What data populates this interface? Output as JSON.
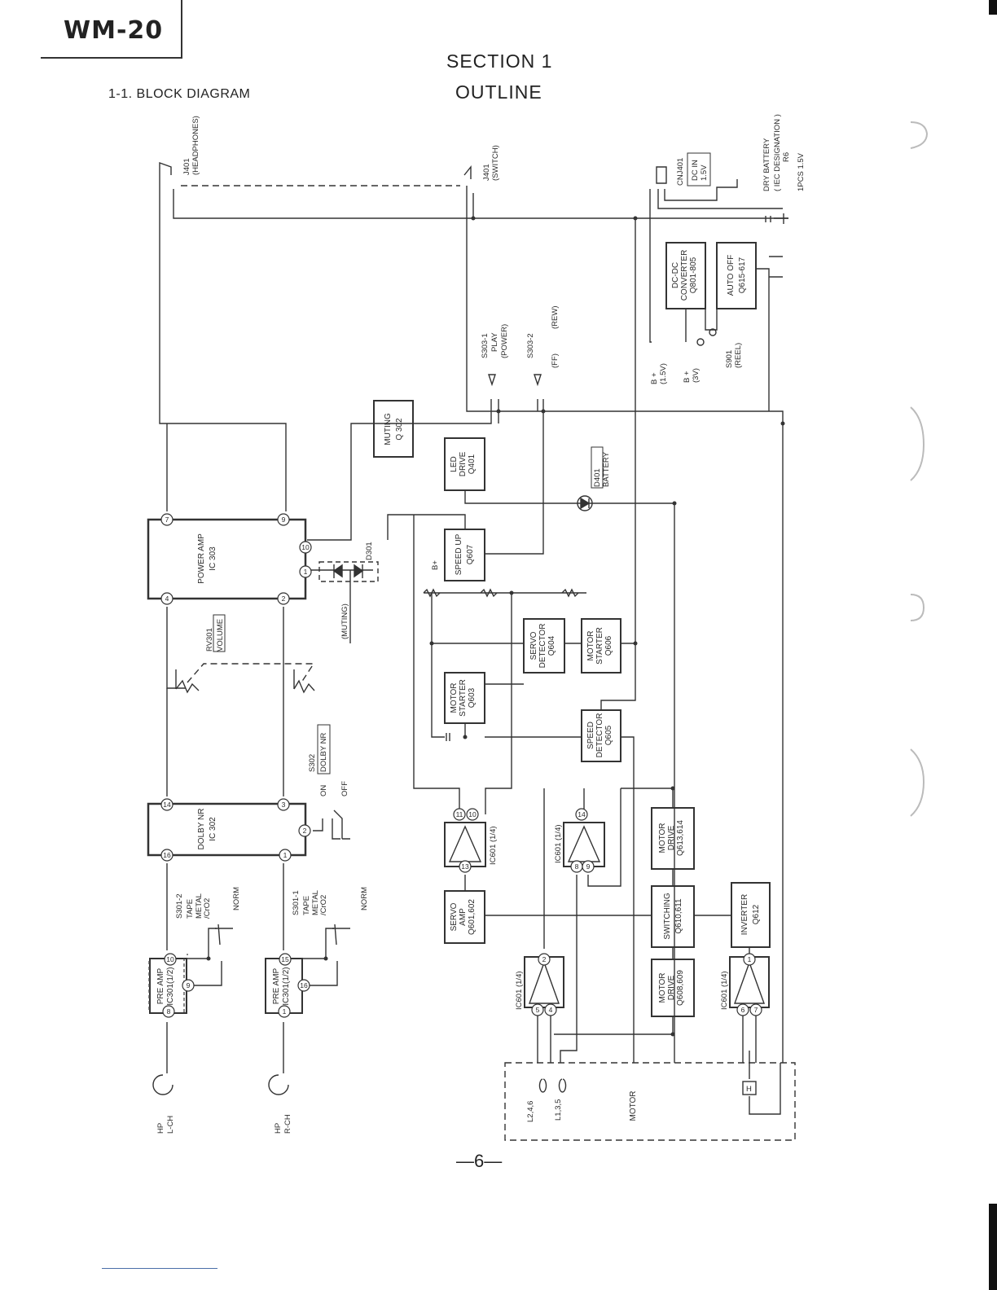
{
  "header": {
    "model": "WM-20",
    "section": "SECTION 1",
    "section_title": "OUTLINE",
    "heading": "1-1.  BLOCK DIAGRAM"
  },
  "footer": {
    "page_number": "—6—"
  },
  "blocks": {
    "power_amp": [
      "POWER AMP",
      "IC 303"
    ],
    "dolby_nr": [
      "DOLBY NR",
      "IC 302"
    ],
    "pre_amp_l": [
      "PRE AMP",
      "IC301(1/2)"
    ],
    "pre_amp_r": [
      "PRE AMP",
      "IC301(1/2)"
    ],
    "muting": [
      "MUTING",
      "Q 302"
    ],
    "led_drive": [
      "LED",
      "DRIVE",
      "Q401"
    ],
    "speed_up": [
      "SPEED UP",
      "Q607"
    ],
    "servo_detector": [
      "SERVO",
      "DETECTOR",
      "Q604"
    ],
    "motor_starter_606": [
      "MOTOR",
      "STARTER",
      "Q606"
    ],
    "motor_starter_603": [
      "MOTOR",
      "STARTER",
      "Q603"
    ],
    "speed_detector": [
      "SPEED",
      "DETECTOR",
      "Q605"
    ],
    "motor_drive_613": [
      "MOTOR",
      "DRIVE",
      "Q613,614"
    ],
    "switching": [
      "SWITCHING",
      "Q610,611"
    ],
    "inverter": [
      "INVERTER",
      "Q612"
    ],
    "motor_drive_608": [
      "MOTOR",
      "DRIVE",
      "Q608,609"
    ],
    "servo_amp": [
      "SERVO",
      "AMP",
      "Q601,602"
    ],
    "dc_dc": [
      "DC-DC",
      "CONVERTER",
      "Q801-805"
    ],
    "auto_off": [
      "AUTO  OFF",
      "Q615-617"
    ],
    "motor": "MOTOR"
  },
  "labels": {
    "j401_hp": [
      "J401",
      "(HEADPHONES)"
    ],
    "j401_sw": [
      "J401",
      "(SWITCH)"
    ],
    "cnj401": "CNJ401",
    "dc_in": [
      "DC IN",
      "1.5V"
    ],
    "battery": [
      "DRY  BATTERY",
      "( IEC DESIGNATION )",
      "R6",
      "1PCS 1.5V"
    ],
    "s303_1": [
      "S303-1",
      "PLAY",
      "(POWER)"
    ],
    "s303_2": [
      "S303-2",
      "(FF)",
      "(REW)"
    ],
    "bplus_15": [
      "B +",
      "(1.5V)"
    ],
    "bplus_3": [
      "B +",
      "(3V)"
    ],
    "s901": [
      "S901",
      "(REEL)"
    ],
    "d401": [
      "D401",
      "BATTERY"
    ],
    "d301": "D301",
    "muting_paren": "(MUTING)",
    "bplus": "B+",
    "rv301": [
      "RV301",
      "VOLUME"
    ],
    "s302": [
      "S302",
      "DOLBY NR"
    ],
    "on_off": [
      "ON",
      "OFF"
    ],
    "s301_2": [
      "S301-2",
      "TAPE",
      "METAL",
      "/CrO2",
      "NORM"
    ],
    "s301_1": [
      "S301-1",
      "TAPE",
      "METAL",
      "/CrO2",
      "NORM"
    ],
    "ic601_a": "IC601 (1/4)",
    "ic601_b": "IC601 (1/4)",
    "ic601_c": "IC601 (1/4)",
    "ic601_d": "IC601 (1/4)",
    "l246": "L2,4,6",
    "l135": "L1,3,5",
    "h": "H",
    "hp_l": [
      "HP",
      "L-CH"
    ],
    "hp_r": [
      "HP",
      "R-CH"
    ]
  },
  "pins": {
    "p7": "7",
    "p9": "9",
    "p4": "4",
    "p2": "2",
    "p10": "10",
    "p1": "1",
    "p14": "14",
    "p3": "3",
    "p2b": "2",
    "p16": "16",
    "p1b": "1",
    "pre_l_10": "10",
    "pre_l_9": "9",
    "pre_l_8": "8",
    "pre_r_15": "15",
    "pre_r_16": "16",
    "pre_r_1": "1",
    "op_a_11": "11",
    "op_a_10": "10",
    "op_a_13": "13",
    "op_b_14": "14",
    "op_b_8": "8",
    "op_b_9": "9",
    "op_c_2": "2",
    "op_c_5": "5",
    "op_c_4": "4",
    "op_d_1": "1",
    "op_d_6": "6",
    "op_d_7": "7"
  }
}
